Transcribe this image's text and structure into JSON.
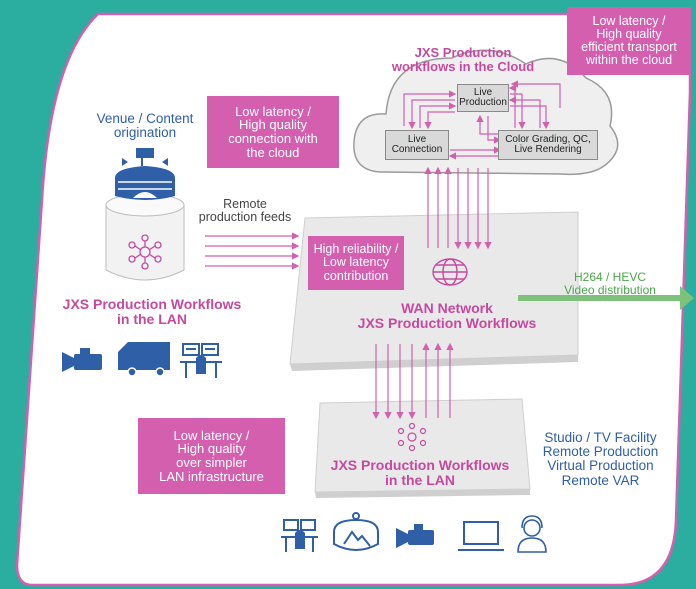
{
  "colors": {
    "background": "#2bada0",
    "panel": "#ffffff",
    "panel_border": "#d45fae",
    "accent_pink": "#d45fae",
    "blue": "#2f5fa7",
    "green": "#7dc27a",
    "platform": "#e9e9e9"
  },
  "top_right_note": "Low latency /\nHigh quality\nefficient transport\nwithin the cloud",
  "cloud": {
    "title": "JXS Production\nworkflows in the Cloud",
    "nodes": {
      "live_production": "Live\nProduction",
      "live_connection": "Live\nConnection",
      "color_grading": "Color Grading, QC,\nLive Rendering"
    }
  },
  "venue_label": "Venue / Content\norigination",
  "remote_feeds_label": "Remote\nproduction feeds",
  "cloud_connection_note": "Low latency /\nHigh quality\nconnection with\nthe cloud",
  "lan_left_label": "JXS Production Workflows\nin the LAN",
  "wan": {
    "note": "High reliability /\nLow latency\ncontribution",
    "label": "WAN Network\nJXS Production Workflows"
  },
  "distribution_label": "H264 / HEVC\nVideo distribution",
  "lan_bottom": {
    "note": "Low latency /\nHigh quality\nover simpler\nLAN infrastructure",
    "label": "JXS Production Workflows\nin the LAN"
  },
  "studio_label": "Studio / TV Facility\nRemote Production\nVirtual Production\nRemote VAR",
  "icons": {
    "venue": [
      "stadium-icon",
      "database-cylinder-icon",
      "network-hub-icon"
    ],
    "left_row": [
      "video-camera-icon",
      "ob-van-icon",
      "production-desk-icon"
    ],
    "bottom_row": [
      "production-desk-icon",
      "virtual-studio-icon",
      "video-camera-icon",
      "laptop-icon",
      "operator-headset-icon"
    ]
  }
}
